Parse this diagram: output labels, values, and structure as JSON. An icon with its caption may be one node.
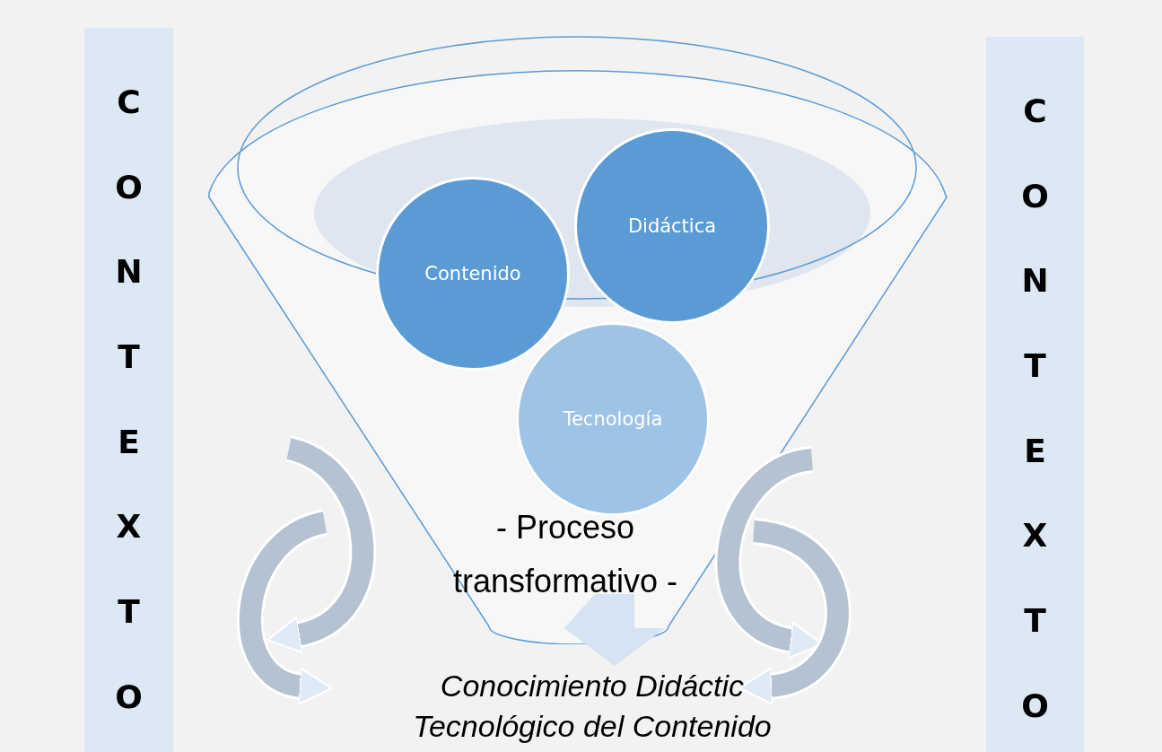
{
  "diagram": {
    "nodes": [
      {
        "text": [
          "CONTEXTO"
        ]
      },
      {
        "text": [
          "- Proceso transformativo -"
        ]
      },
      {
        "text": [
          "Contenido"
        ],
        "in": 1
      },
      {
        "text": [
          "Didáctica"
        ],
        "in": 1
      },
      {
        "text": [
          "Tecnología"
        ],
        "in": 1
      },
      {
        "text": [
          "Conocimiento Didáctic Tecnológico del Contenido"
        ]
      },
      {
        "text": [
          "CONTEXTO"
        ]
      }
    ],
    "edges": [
      {
        "from": 1,
        "to": 5,
        "arrow": "to",
        "style": "thick"
      }
    ]
  }
}
